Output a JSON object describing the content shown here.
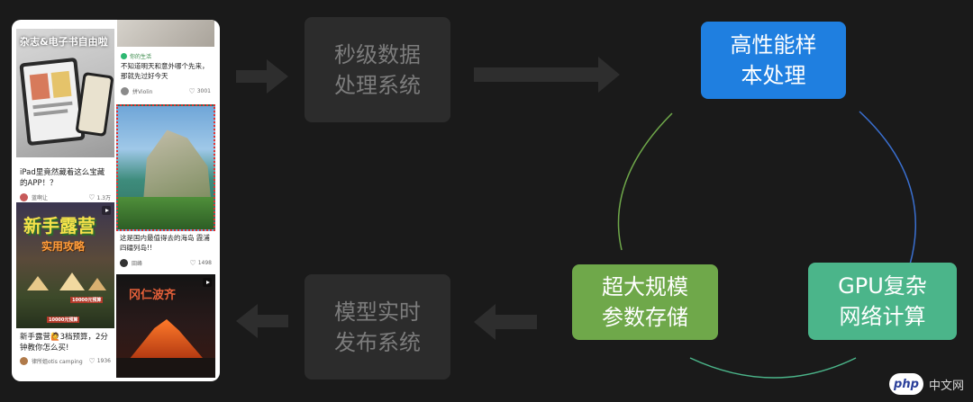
{
  "phone_feed": {
    "card1": {
      "cover_text": "杂志&电子书自由啦",
      "title": "iPad里竟然藏着这么宝藏的APP！？",
      "author": "蓝啊让",
      "likes": "1.3万"
    },
    "card2": {
      "tag": "你的生活",
      "title": "不知道明天和意外哪个先来，那就先过好今天",
      "author": "拼Violin",
      "likes": "3001"
    },
    "card3": {
      "title": "这是国内最值得去的海岛 霞浦四礌列岛!!",
      "author": "田峰",
      "likes": "1498"
    },
    "card4": {
      "cover_title": "新手露营",
      "cover_subtitle": "实用攻略",
      "cover_caption1": "10000元预算",
      "cover_caption2": "10000元预算",
      "title": "新手露营🙋3档预算，2分钟教你怎么买!",
      "author": "律所姐otis camping",
      "likes": "1936"
    },
    "card5": {
      "cover_title": "冈仁波齐"
    }
  },
  "flow": {
    "box_realtime_data": "秒级数据\n处理系统",
    "box_model_publish": "模型实时\n发布系统"
  },
  "cycle": {
    "box_sample": "高性能样\n本处理",
    "box_params": "超大规模\n参数存储",
    "box_gpu": "GPU复杂\n网络计算"
  },
  "watermark": {
    "badge": "php",
    "text": "中文网"
  },
  "colors": {
    "background": "#1a1a1a",
    "grey_box": "#2c2c2c",
    "grey_text": "#7c7c7c",
    "blue": "#1f7fe0",
    "green_params": "#6fa84a",
    "green_gpu": "#4bb58a"
  }
}
